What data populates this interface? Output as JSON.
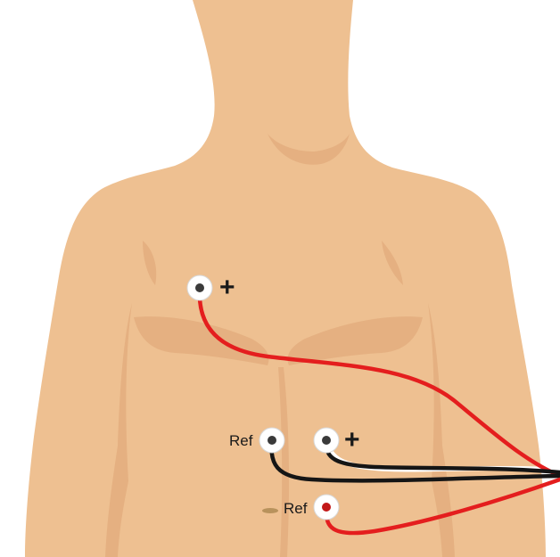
{
  "electrodes": [
    {
      "id": "chest-positive",
      "label": "+",
      "wire_color": "#e41e1e"
    },
    {
      "id": "abdomen-reference",
      "label": "Ref",
      "wire_color": "#151515"
    },
    {
      "id": "abdomen-positive",
      "label": "+",
      "wire_color": "#151515"
    },
    {
      "id": "lower-reference",
      "label": "Ref",
      "wire_color": "#e41e1e"
    }
  ],
  "colors": {
    "skin": "#eec091",
    "skin_shadow": "#e2ab7c",
    "skin_deep_shadow": "#d99d6c",
    "wire_red": "#e41e1e",
    "wire_black": "#151515",
    "wire_white": "#ffffff",
    "navel": "#b8925c"
  }
}
